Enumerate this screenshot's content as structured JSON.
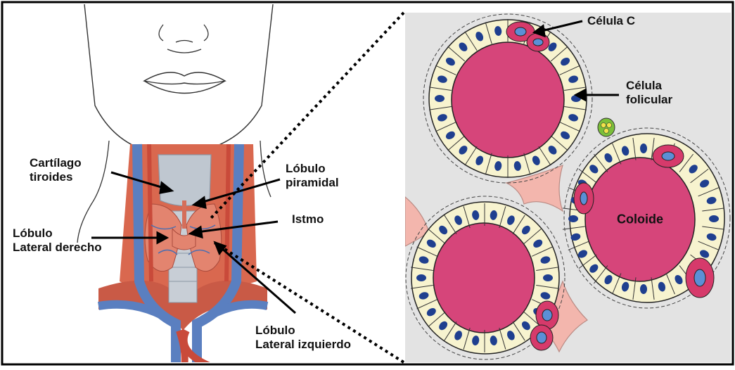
{
  "labels": {
    "cartilago_tiroides": [
      "Cartílago",
      "tiroides"
    ],
    "lobulo_piramidal": [
      "Lóbulo",
      "piramidal"
    ],
    "istmo": "Istmo",
    "lobulo_lateral_derecho": [
      "Lóbulo",
      "Lateral derecho"
    ],
    "lobulo_lateral_izquierdo": [
      "Lóbulo",
      "Lateral izquierdo"
    ],
    "celula_c": "Célula C",
    "celula_folicular": [
      "Célula",
      "folicular"
    ],
    "coloide": "Coloide"
  },
  "colors": {
    "frame": "#000000",
    "histology_bg": "#e3e3e3",
    "colloid": "#d6457a",
    "follicle_wall": "#f7f3cf",
    "nucleus": "#1f3f8f",
    "c_cell": "#d63a6b",
    "c_cell_nucleus": "#5b8fd6",
    "interstitial": "#f3b6ad",
    "vein": "#5a7fc0",
    "artery": "#c94a3a",
    "thyroid": "#e2806f",
    "cartilage": "#b9c2cc"
  }
}
